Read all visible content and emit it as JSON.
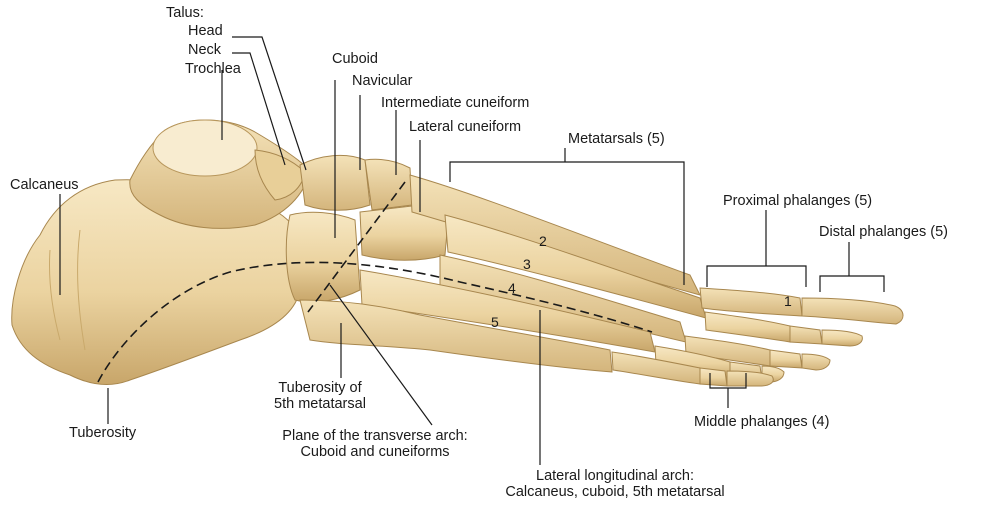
{
  "labels": {
    "talus": "Talus:",
    "head": "Head",
    "neck": "Neck",
    "trochlea": "Trochlea",
    "cuboid": "Cuboid",
    "navicular": "Navicular",
    "intermediate_cuneiform": "Intermediate cuneiform",
    "lateral_cuneiform": "Lateral cuneiform",
    "metatarsals": "Metatarsals (5)",
    "calcaneus": "Calcaneus",
    "proximal_phalanges": "Proximal phalanges (5)",
    "distal_phalanges": "Distal phalanges (5)",
    "middle_phalanges": "Middle phalanges (4)",
    "tuberosity": "Tuberosity",
    "tuberosity_5th_line1": "Tuberosity of",
    "tuberosity_5th_line2": "5th metatarsal",
    "transverse_arch_line1": "Plane of the transverse arch:",
    "transverse_arch_line2": "Cuboid and cuneiforms",
    "lateral_arch_line1": "Lateral longitudinal arch:",
    "lateral_arch_line2": "Calcaneus, cuboid, 5th metatarsal"
  },
  "metatarsal_numbers": [
    "1",
    "2",
    "3",
    "4",
    "5"
  ],
  "colors": {
    "bone": "#ecd7a6",
    "bone_shadow": "#c9a96b",
    "bone_highlight": "#f8ecd0",
    "leader_line": "#1a1a1a"
  }
}
